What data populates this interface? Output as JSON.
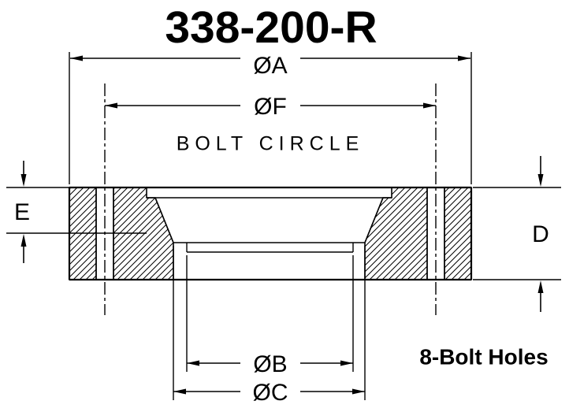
{
  "title": "338-200-R",
  "colors": {
    "accent": "#ff0000",
    "line": "#000000",
    "background": "#ffffff"
  },
  "drawing": {
    "dim_outer_diameter": "ØA",
    "dim_bolt_circle_diameter": "ØF",
    "bolt_circle_caption": "BOLT CIRCLE",
    "dim_recess_depth": "E",
    "dim_thickness": "D",
    "dim_bore_b": "ØB",
    "dim_bore_c": "ØC",
    "bolt_holes_note": "8-Bolt Holes"
  }
}
